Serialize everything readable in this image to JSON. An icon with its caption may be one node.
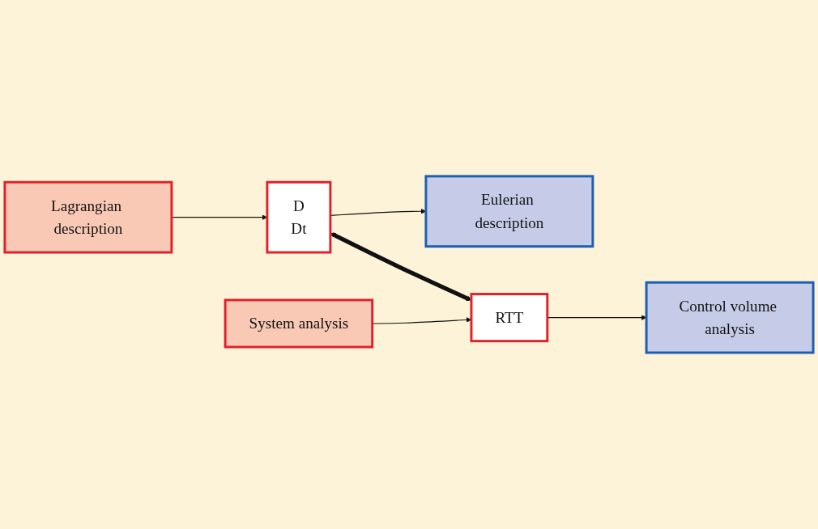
{
  "diagram": {
    "nodes": [
      {
        "text": [
          "Lagrangian description"
        ]
      },
      {
        "text": [
          "D",
          "Dt"
        ]
      },
      {
        "text": [
          "Eulerian description"
        ]
      },
      {
        "text": [
          "System analysis"
        ]
      },
      {
        "text": [
          "RTT"
        ]
      },
      {
        "text": [
          "Control volume analysis"
        ]
      }
    ],
    "edges": [
      {
        "from": 0,
        "to": 1,
        "arrow": "to"
      },
      {
        "from": 1,
        "to": 2,
        "arrow": "to"
      },
      {
        "from": 1,
        "to": 4,
        "arrow": "both",
        "style": "thick"
      },
      {
        "from": 3,
        "to": 4,
        "arrow": "to"
      },
      {
        "from": 4,
        "to": 5,
        "arrow": "to"
      }
    ]
  }
}
